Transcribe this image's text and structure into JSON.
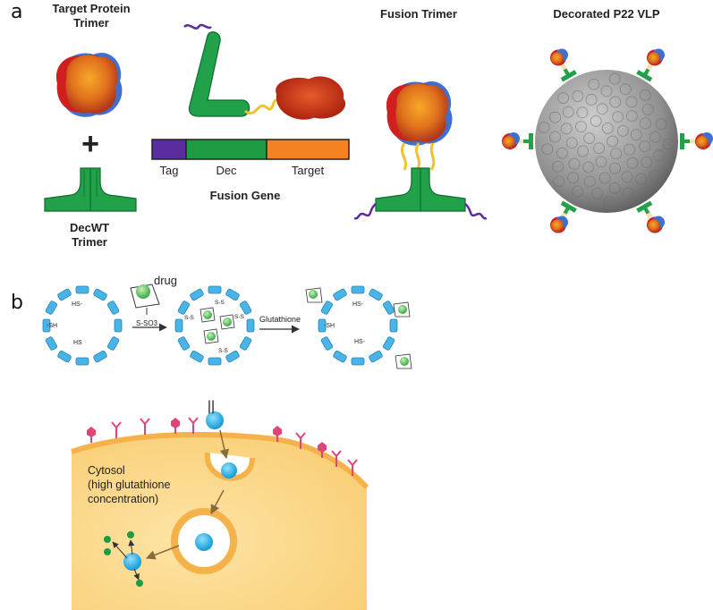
{
  "panel_a": {
    "letter": "a",
    "target_trimer_title_l1": "Target Protein",
    "target_trimer_title_l2": "Trimer",
    "plus": "+",
    "decwt_label_l1": "DecWT",
    "decwt_label_l2": "Trimer",
    "gene_segments": [
      "Tag",
      "Dec",
      "Target"
    ],
    "gene_label": "Fusion Gene",
    "fusion_title": "Fusion Trimer",
    "vlp_title": "Decorated P22 VLP",
    "colors": {
      "tag": "#5a2ca0",
      "dec": "#1e9b43",
      "target": "#f58220",
      "linker": "#f2c22a"
    }
  },
  "panel_b": {
    "letter": "b",
    "drug_label": "drug",
    "so3_label": "S-SO3",
    "glutathione_label": "Glutathione",
    "sh_labels": [
      "-SH",
      "HS-",
      "HS",
      "-SH",
      "HS-",
      "HS-"
    ],
    "ss_labels": [
      "S-S",
      "S-S",
      "S-S",
      "S-S"
    ],
    "equals": "||",
    "cytosol_l1": "Cytosol",
    "cytosol_l2": "(high glutathione",
    "cytosol_l3": "concentration)",
    "colors": {
      "capsid": "#4ab4e6",
      "cell": "#fbd27a",
      "membrane": "#f6b24a",
      "receptor": "#e0457a",
      "drug": "#5cc36a"
    }
  }
}
